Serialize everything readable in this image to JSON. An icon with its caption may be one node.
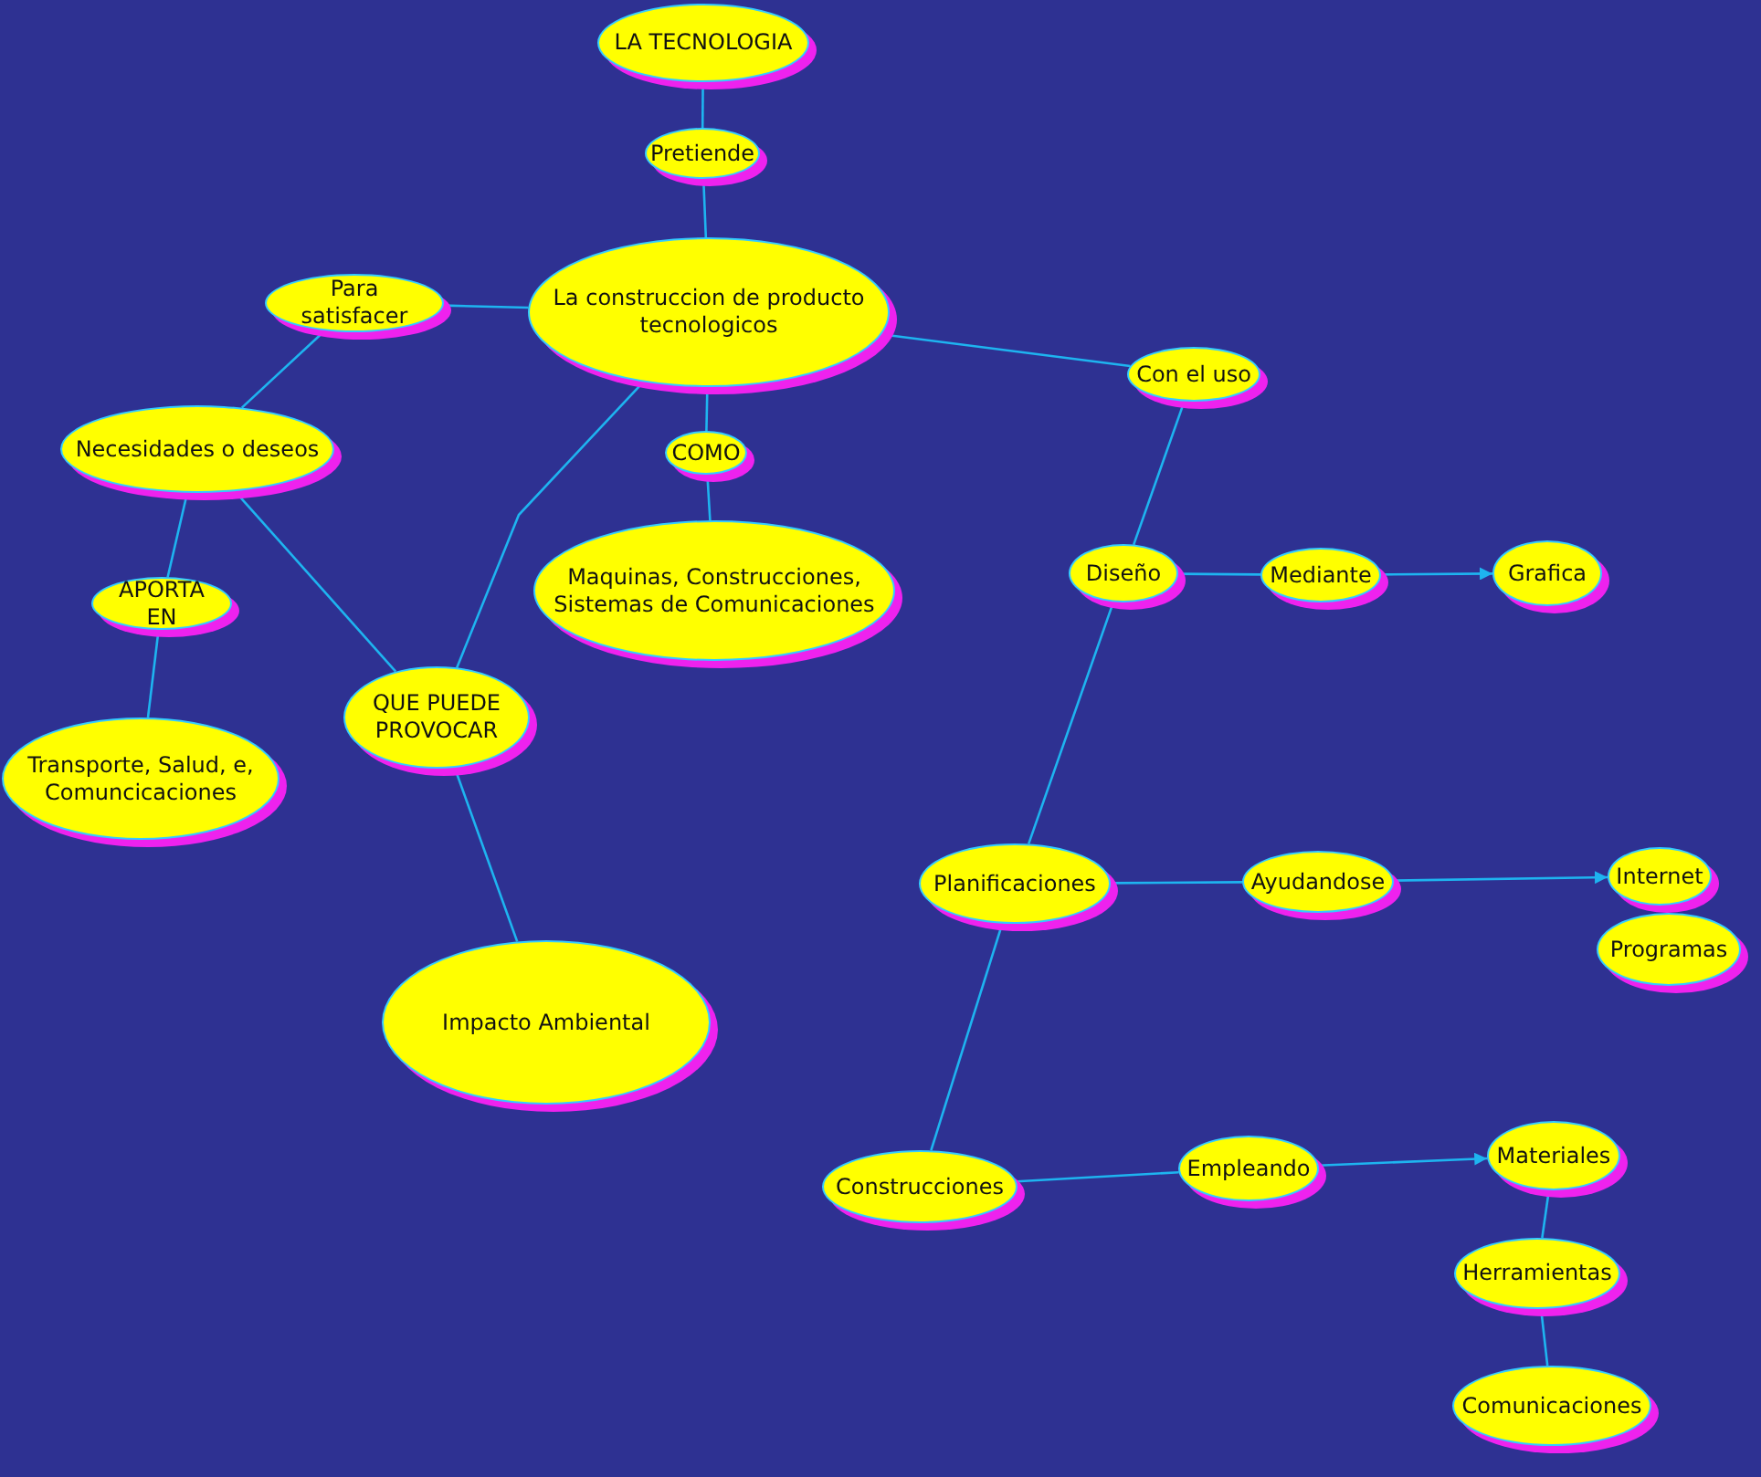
{
  "diagram": {
    "nodes": [
      {
        "text": [
          "LA TECNOLOGIA"
        ]
      },
      {
        "text": [
          "Pretiende"
        ]
      },
      {
        "text": [
          "La construccion de producto tecnologicos"
        ]
      },
      {
        "text": [
          "Para satisfacer"
        ]
      },
      {
        "text": [
          "Con el uso"
        ]
      },
      {
        "text": [
          "Necesidades o deseos"
        ]
      },
      {
        "text": [
          "COMO"
        ]
      },
      {
        "text": [
          "APORTA EN"
        ]
      },
      {
        "text": [
          "Maquinas, Construcciones, Sistemas de Comunicaciones"
        ]
      },
      {
        "text": [
          "Diseño"
        ]
      },
      {
        "text": [
          "Mediante"
        ]
      },
      {
        "text": [
          "Grafica"
        ]
      },
      {
        "text": [
          "QUE PUEDE PROVOCAR"
        ]
      },
      {
        "text": [
          "Transporte, Salud, e, Comuncicaciones"
        ]
      },
      {
        "text": [
          "Planificaciones"
        ]
      },
      {
        "text": [
          "Ayudandose"
        ]
      },
      {
        "text": [
          "Internet"
        ]
      },
      {
        "text": [
          "Programas"
        ]
      },
      {
        "text": [
          "Impacto Ambiental"
        ]
      },
      {
        "text": [
          "Construcciones"
        ]
      },
      {
        "text": [
          "Empleando"
        ]
      },
      {
        "text": [
          "Materiales"
        ]
      },
      {
        "text": [
          "Herramientas"
        ]
      },
      {
        "text": [
          "Comunicaciones"
        ]
      }
    ],
    "edges": [
      {
        "from": 0,
        "to": 1,
        "arrow": "none"
      },
      {
        "from": 1,
        "to": 2,
        "arrow": "none"
      },
      {
        "from": 2,
        "to": 3,
        "arrow": "none"
      },
      {
        "from": 3,
        "to": 5,
        "arrow": "none"
      },
      {
        "from": 2,
        "to": 6,
        "arrow": "none"
      },
      {
        "from": 6,
        "to": 8,
        "arrow": "none"
      },
      {
        "from": 5,
        "to": 7,
        "arrow": "none"
      },
      {
        "from": 7,
        "to": 13,
        "arrow": "none"
      },
      {
        "from": 5,
        "to": 12,
        "arrow": "none"
      },
      {
        "from": 2,
        "to": 12,
        "arrow": "none"
      },
      {
        "from": 12,
        "to": 18,
        "arrow": "none"
      },
      {
        "from": 2,
        "to": 4,
        "arrow": "none"
      },
      {
        "from": 4,
        "to": 9,
        "arrow": "none"
      },
      {
        "from": 9,
        "to": 10,
        "arrow": "none"
      },
      {
        "from": 10,
        "to": 11,
        "arrow": "to"
      },
      {
        "from": 9,
        "to": 14,
        "arrow": "none"
      },
      {
        "from": 14,
        "to": 15,
        "arrow": "none"
      },
      {
        "from": 15,
        "to": 16,
        "arrow": "to"
      },
      {
        "from": 14,
        "to": 19,
        "arrow": "none"
      },
      {
        "from": 19,
        "to": 20,
        "arrow": "none"
      },
      {
        "from": 20,
        "to": 21,
        "arrow": "to"
      },
      {
        "from": 21,
        "to": 22,
        "arrow": "none"
      },
      {
        "from": 22,
        "to": 23,
        "arrow": "none"
      }
    ]
  }
}
